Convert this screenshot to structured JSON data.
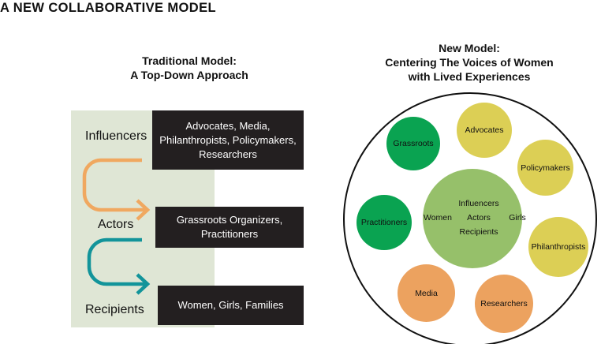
{
  "page_title": "A NEW COLLABORATIVE MODEL",
  "traditional": {
    "title_line1": "Traditional Model:",
    "title_line2": "A Top-Down Approach",
    "rows": [
      {
        "label": "Influencers",
        "box_lines": [
          "Advocates, Media,",
          "Philanthropists, Policymakers,",
          "Researchers"
        ]
      },
      {
        "label": "Actors",
        "box_lines": [
          "Grassroots Organizers,",
          "Practitioners"
        ]
      },
      {
        "label": "Recipients",
        "box_lines": [
          "Women, Girls, Families"
        ]
      }
    ]
  },
  "new_model": {
    "title_line1": "New Model:",
    "title_line2": "Centering The Voices of Women",
    "title_line3": "with Lived Experiences",
    "center": {
      "left_label": "Women",
      "right_label": "Girls",
      "items": [
        "Influencers",
        "Actors",
        "Recipients"
      ]
    },
    "green_circles": [
      "Grassroots",
      "Practitioners"
    ],
    "yellow_circles": [
      "Advocates",
      "Policymakers",
      "Philanthropists"
    ],
    "orange_circles": [
      "Media",
      "Researchers"
    ]
  },
  "colors": {
    "panel_bg": "#dfe6d5",
    "dark_box": "#231f20",
    "orange_arrow": "#f0a860",
    "teal_arrow": "#12949a",
    "green": "#0aa351",
    "light_green": "#96c06a",
    "yellow": "#dccf55",
    "orange": "#eca25f"
  }
}
